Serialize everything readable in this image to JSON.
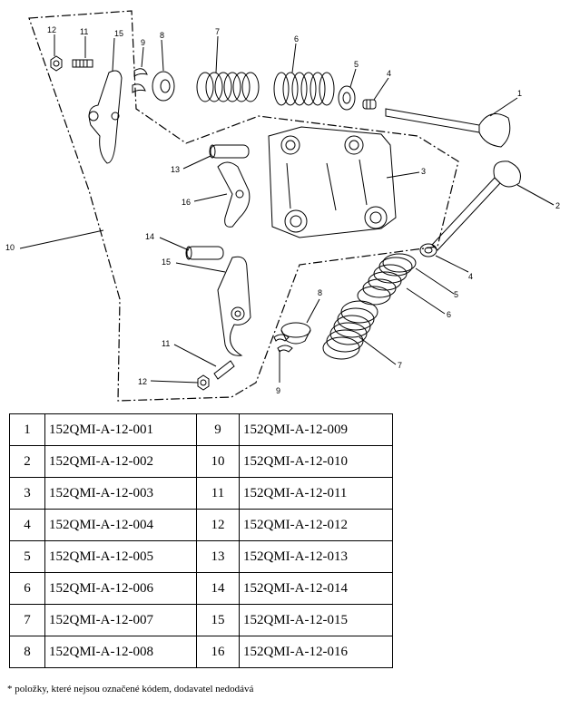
{
  "callouts": {
    "c1": "1",
    "c2": "2",
    "c3": "3",
    "c4a": "4",
    "c4b": "4",
    "c5a": "5",
    "c5b": "5",
    "c6a": "6",
    "c6b": "6",
    "c7a": "7",
    "c7b": "7",
    "c8a": "8",
    "c8b": "8",
    "c9a": "9",
    "c9b": "9",
    "c10": "10",
    "c11a": "11",
    "c11b": "11",
    "c12a": "12",
    "c12b": "12",
    "c13": "13",
    "c14": "14",
    "c15a": "15",
    "c15b": "15",
    "c16": "16"
  },
  "parts_table": [
    {
      "no_left": "1",
      "code_left": "152QMI-A-12-001",
      "no_right": "9",
      "code_right": "152QMI-A-12-009"
    },
    {
      "no_left": "2",
      "code_left": "152QMI-A-12-002",
      "no_right": "10",
      "code_right": "152QMI-A-12-010"
    },
    {
      "no_left": "3",
      "code_left": "152QMI-A-12-003",
      "no_right": "11",
      "code_right": "152QMI-A-12-011"
    },
    {
      "no_left": "4",
      "code_left": "152QMI-A-12-004",
      "no_right": "12",
      "code_right": "152QMI-A-12-012"
    },
    {
      "no_left": "5",
      "code_left": "152QMI-A-12-005",
      "no_right": "13",
      "code_right": "152QMI-A-12-013"
    },
    {
      "no_left": "6",
      "code_left": "152QMI-A-12-006",
      "no_right": "14",
      "code_right": "152QMI-A-12-014"
    },
    {
      "no_left": "7",
      "code_left": "152QMI-A-12-007",
      "no_right": "15",
      "code_right": "152QMI-A-12-015"
    },
    {
      "no_left": "8",
      "code_left": "152QMI-A-12-008",
      "no_right": "16",
      "code_right": "152QMI-A-12-016"
    }
  ],
  "footnote": "* položky, které nejsou označené kódem, dodavatel nedodává"
}
